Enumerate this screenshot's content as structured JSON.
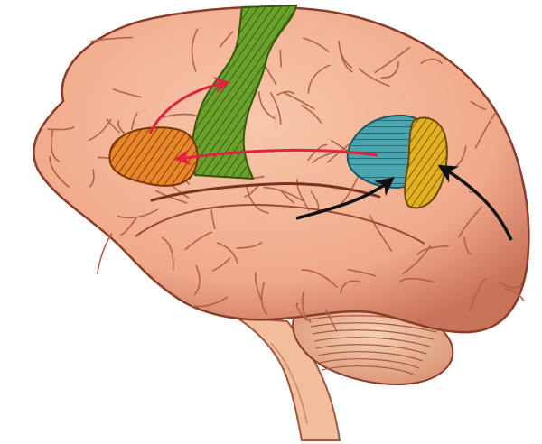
{
  "image": {
    "subject": "lateral-brain-illustration",
    "labels": []
  },
  "colors": {
    "background": "#ffffff",
    "cortex": "#f0a98a",
    "cortex_light": "#f8c7ab",
    "cortex_shadow": "#c9735a",
    "outline": "#8a3d2a",
    "cerebellum": "#eeb99a",
    "brainstem": "#f1bd9c",
    "region_orange": "#e8862a",
    "region_green": "#6aa12c",
    "region_blue": "#4aa5b0",
    "region_yellow": "#e2b020",
    "arrow_red": "#e2233f",
    "arrow_black": "#111111"
  },
  "regions": [
    {
      "name": "orange-region",
      "color_key": "region_orange"
    },
    {
      "name": "green-strip-region",
      "color_key": "region_green"
    },
    {
      "name": "blue-region",
      "color_key": "region_blue"
    },
    {
      "name": "yellow-region",
      "color_key": "region_yellow"
    }
  ],
  "arrows": [
    {
      "name": "red-arrow-upper",
      "color_key": "arrow_red"
    },
    {
      "name": "red-arrow-lower",
      "color_key": "arrow_red"
    },
    {
      "name": "black-arrow-left",
      "color_key": "arrow_black"
    },
    {
      "name": "black-arrow-right",
      "color_key": "arrow_black"
    }
  ]
}
